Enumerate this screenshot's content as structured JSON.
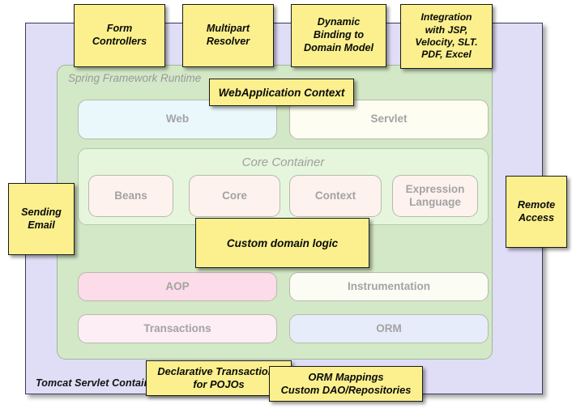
{
  "diagram": {
    "title": "Spring Framework Runtime",
    "outer_container": {
      "label": "Tomcat Servlet Container",
      "color": "#e0ddf7"
    },
    "spring_runtime": {
      "label": "Spring Framework Runtime",
      "color": "#d3e8c6"
    },
    "core_container": {
      "label": "Core Container",
      "color": "#e5f6dc"
    },
    "modules": {
      "web": {
        "label": "Web",
        "color": "#eaf8fc"
      },
      "servlet": {
        "label": "Servlet",
        "color": "#fdfdf2"
      },
      "beans": {
        "label": "Beans",
        "color": "#fdf2ee"
      },
      "core": {
        "label": "Core",
        "color": "#fdf2ee"
      },
      "context": {
        "label": "Context",
        "color": "#fdf2ee"
      },
      "expression_language": {
        "label": "Expression\nLanguage",
        "color": "#fdf2ee"
      },
      "aop": {
        "label": "AOP",
        "color": "#fcdce8"
      },
      "instrumentation": {
        "label": "Instrumentation",
        "color": "#fbfdf4"
      },
      "transactions": {
        "label": "Transactions",
        "color": "#fdedf5"
      },
      "orm": {
        "label": "ORM",
        "color": "#e7ecfa"
      }
    },
    "notes": {
      "form_controllers": "Form\nControllers",
      "multipart_resolver": "Multipart\nResolver",
      "dynamic_binding": "Dynamic\nBinding to\nDomain Model",
      "integration_views": "Integration\nwith JSP,\nVelocity, SLT.\nPDF, Excel",
      "webapplication_context": "WebApplication Context",
      "sending_email": "Sending\nEmail",
      "remote_access": "Remote\nAccess",
      "custom_domain_logic": "Custom domain logic",
      "declarative_transactions": "Declarative Transactions\nfor POJOs",
      "orm_mappings": "ORM Mappings\nCustom DAO/Repositories"
    },
    "colors": {
      "note_fill": "#fbf08d",
      "note_border": "#1a1a1a",
      "module_text": "#a3a3a3"
    }
  }
}
